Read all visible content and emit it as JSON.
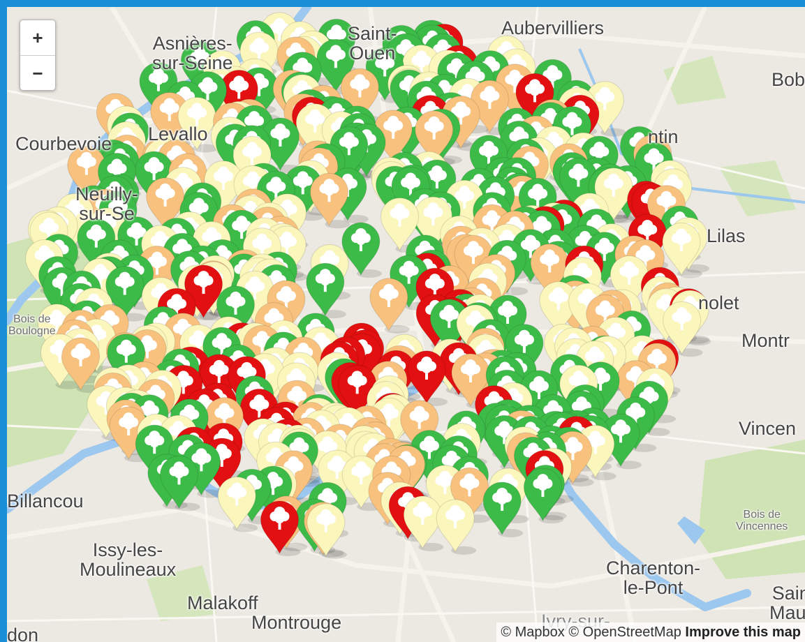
{
  "controls": {
    "zoom_in": "+",
    "zoom_out": "−"
  },
  "attribution": {
    "mapbox": "© Mapbox",
    "osm": "© OpenStreetMap",
    "improve": "Improve this map"
  },
  "places": {
    "asnieres": [
      "Asnières-",
      "sur-Seine"
    ],
    "saint_ouen": [
      "Saint-",
      "Ouen"
    ],
    "aubervilliers": "Aubervilliers",
    "bobigny": "Bob",
    "courbevoie": "Courbevoie",
    "levallois": "Levallo",
    "pantin": "ntin",
    "neuilly": [
      "Neuilly-",
      "sur-Se"
    ],
    "lilas": "Lilas",
    "bois_boulogne": [
      "Bois de",
      "Boulogne"
    ],
    "bagnolet": "nolet",
    "montreuil": "Montr",
    "vincennes": "Vincen",
    "billancourt": "Billancou",
    "bois_vincennes": [
      "Bois de",
      "Vincennes"
    ],
    "issy": [
      "Issy-les-",
      "Moulineaux"
    ],
    "charenton": [
      "Charenton-",
      "le-Pont"
    ],
    "saint_maur": [
      "Sain",
      "Maur"
    ],
    "malakoff": "Malakoff",
    "montrouge": "Montrouge",
    "ivry": "Ivry-sur-",
    "london": "don"
  },
  "legend_colors": {
    "green": "#3dbb48",
    "yellow": "#fbf6bb",
    "orange": "#f8c17d",
    "red": "#e21010"
  },
  "icon": "tree-icon"
}
